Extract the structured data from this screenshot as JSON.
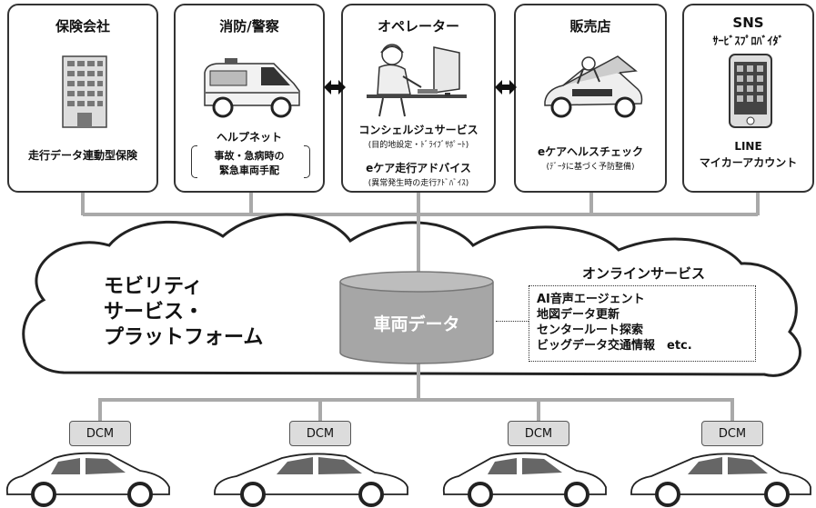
{
  "partners": [
    {
      "title": "保険会社",
      "service": "走行データ連動型保険"
    },
    {
      "title": "消防/警察",
      "service": "ヘルプネット",
      "detail": [
        "事故・急病時の",
        "緊急車両手配"
      ]
    },
    {
      "title": "オペレーター",
      "service1": "コンシェルジュサービス",
      "service1_note": "(目的地設定・ﾄﾞﾗｲﾌﾞｻﾎﾟｰﾄ)",
      "service2": "eケア走行アドバイス",
      "service2_note": "(異常発生時の走行ｱﾄﾞﾊﾞｲｽ)"
    },
    {
      "title": "販売店",
      "service": "eケアヘルスチェック",
      "service_note": "(ﾃﾞｰﾀに基づく予防整備)"
    },
    {
      "title": "SNS",
      "subtitle": "ｻｰﾋﾞｽﾌﾟﾛﾊﾞｲﾀﾞ",
      "service": [
        "LINE",
        "マイカーアカウント"
      ]
    }
  ],
  "platform": {
    "lines": [
      "モビリティ",
      "サービス・",
      "プラットフォーム"
    ]
  },
  "database": {
    "label": "車両データ"
  },
  "online": {
    "title": "オンラインサービス",
    "items": [
      "AI音声エージェント",
      "地図データ更新",
      "センタールート探索",
      "ビッグデータ交通情報　etc."
    ]
  },
  "dcm_label": "DCM",
  "colors": {
    "wire": "#a9a9a9",
    "database": "#a6a6a6",
    "border": "#333333"
  }
}
